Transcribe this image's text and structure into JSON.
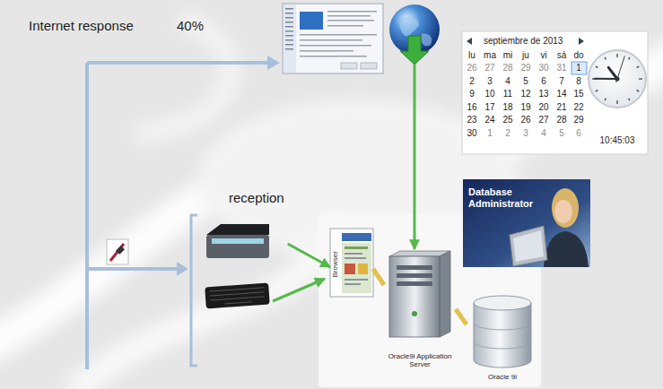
{
  "diagram": {
    "nodes": [
      {
        "text": [
          "Internet response",
          "40%"
        ]
      },
      {
        "text": [
          "septiembre de 2013",
          "10:45:03"
        ]
      },
      {
        "text": [
          "reception"
        ]
      },
      {
        "text": [
          "Database Administrator"
        ]
      },
      {
        "text": [
          "Browser"
        ]
      },
      {
        "text": [
          "Oracle9i Application Server"
        ]
      },
      {
        "text": [
          "Oracle 9i"
        ]
      }
    ],
    "edges": [
      {
        "from": 2,
        "to": 4,
        "arrow": "to"
      },
      {
        "from": 0,
        "to": 5,
        "arrow": "to"
      },
      {
        "from": 4,
        "to": 5,
        "arrow": "none"
      },
      {
        "from": 5,
        "to": 6,
        "arrow": "none"
      }
    ],
    "labels": [
      "lu",
      "ma",
      "mi",
      "ju",
      "vi",
      "sá",
      "do",
      "26",
      "27",
      "28",
      "29",
      "30",
      "31",
      "1",
      "2",
      "3",
      "4",
      "5",
      "6",
      "7",
      "8",
      "9",
      "10",
      "11",
      "12",
      "13",
      "14",
      "15",
      "16",
      "17",
      "18",
      "19",
      "20",
      "21",
      "22",
      "23",
      "24",
      "25",
      "26",
      "27",
      "28",
      "29",
      "30",
      "1",
      "2",
      "3",
      "4",
      "5",
      "6"
    ]
  }
}
